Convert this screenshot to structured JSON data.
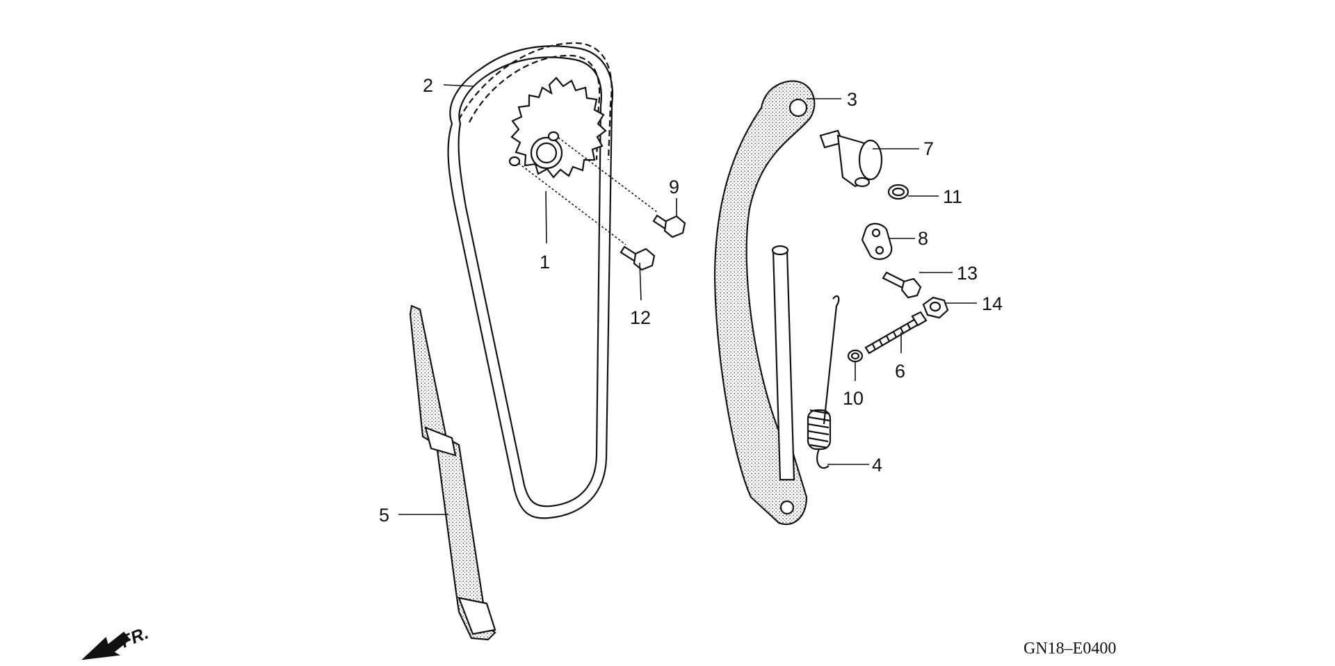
{
  "diagram": {
    "part_labels": [
      "1",
      "2",
      "3",
      "4",
      "5",
      "6",
      "7",
      "8",
      "9",
      "10",
      "11",
      "12",
      "13",
      "14"
    ],
    "drawing_code": "GN18–E0400",
    "front_marker": "FR."
  },
  "colors": {
    "ink": "#111111",
    "paper": "#ffffff"
  }
}
